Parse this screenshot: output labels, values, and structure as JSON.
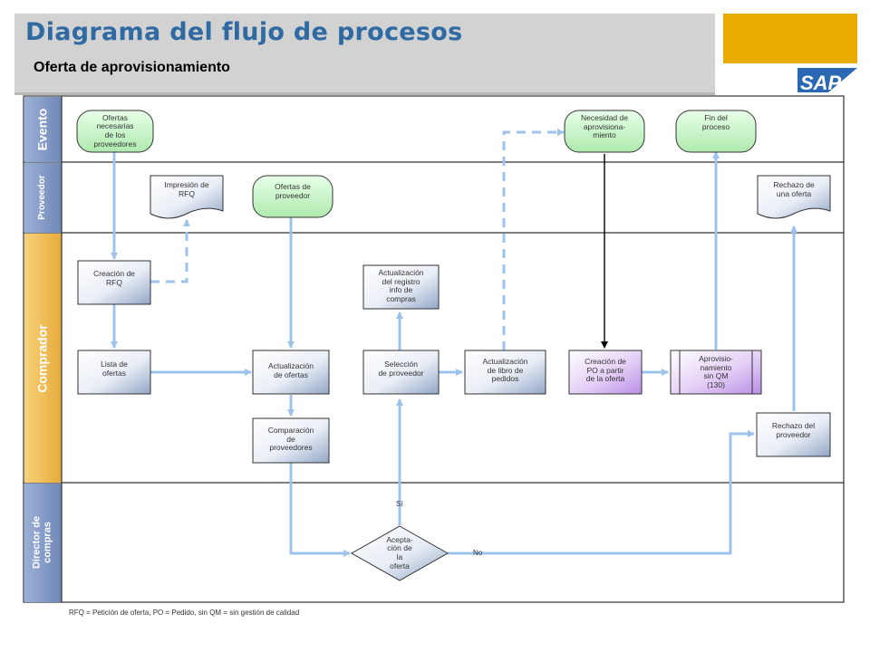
{
  "header": {
    "title": "Diagrama del flujo de procesos",
    "subtitle": "Oferta de aprovisionamiento",
    "logo_text": "SAP"
  },
  "lanes": {
    "evento": "Evento",
    "proveedor": "Proveedor",
    "comprador": "Comprador",
    "director": "Director de\ncompras"
  },
  "nodes": {
    "ofertas_necesarias": "Ofertas\nnecesarias\nde los\nproveedores",
    "necesidad": "Necesidad de\naprovisiona-\nmiento",
    "fin_proceso": "Fin del\nproceso",
    "impresion_rfq": "Impresión de\nRFQ",
    "ofertas_proveedor": "Ofertas de\nproveedor",
    "rechazo_oferta": "Rechazo de\nuna oferta",
    "creacion_rfq": "Creación de\nRFQ",
    "actualizacion_registro": "Actualización\ndel registro\ninfo de\ncompras",
    "lista_ofertas": "Lista de\nofertas",
    "actualizacion_ofertas": "Actualización\nde ofertas",
    "seleccion_proveedor": "Selección\nde proveedor",
    "actualizacion_libro": "Actualización\nde libro de\npedidos",
    "creacion_po": "Creación de\nPO a partir\nde la oferta",
    "aprovisionamiento": "Aprovisio-\nnamiento\nsin QM\n(130)",
    "comparacion": "Comparación\nde\nproveedores",
    "rechazo_proveedor": "Rechazo del\nproveedor",
    "aceptacion": "Acepta-\nción de\nla\noferta"
  },
  "labels": {
    "si": "Sí",
    "no": "No"
  },
  "footnote": "RFQ = Petición de oferta, PO = Pedido, sin QM = sin gestión de calidad",
  "colors": {
    "title": "#2f6aa3",
    "lane_label": "#7f97c3",
    "comprador_label": "#f0c060",
    "connector": "#9dc3ec",
    "event_fill": "#bff2bf",
    "purple_fill": "#d8b8f0",
    "sap_logo": "#e9ab00"
  }
}
